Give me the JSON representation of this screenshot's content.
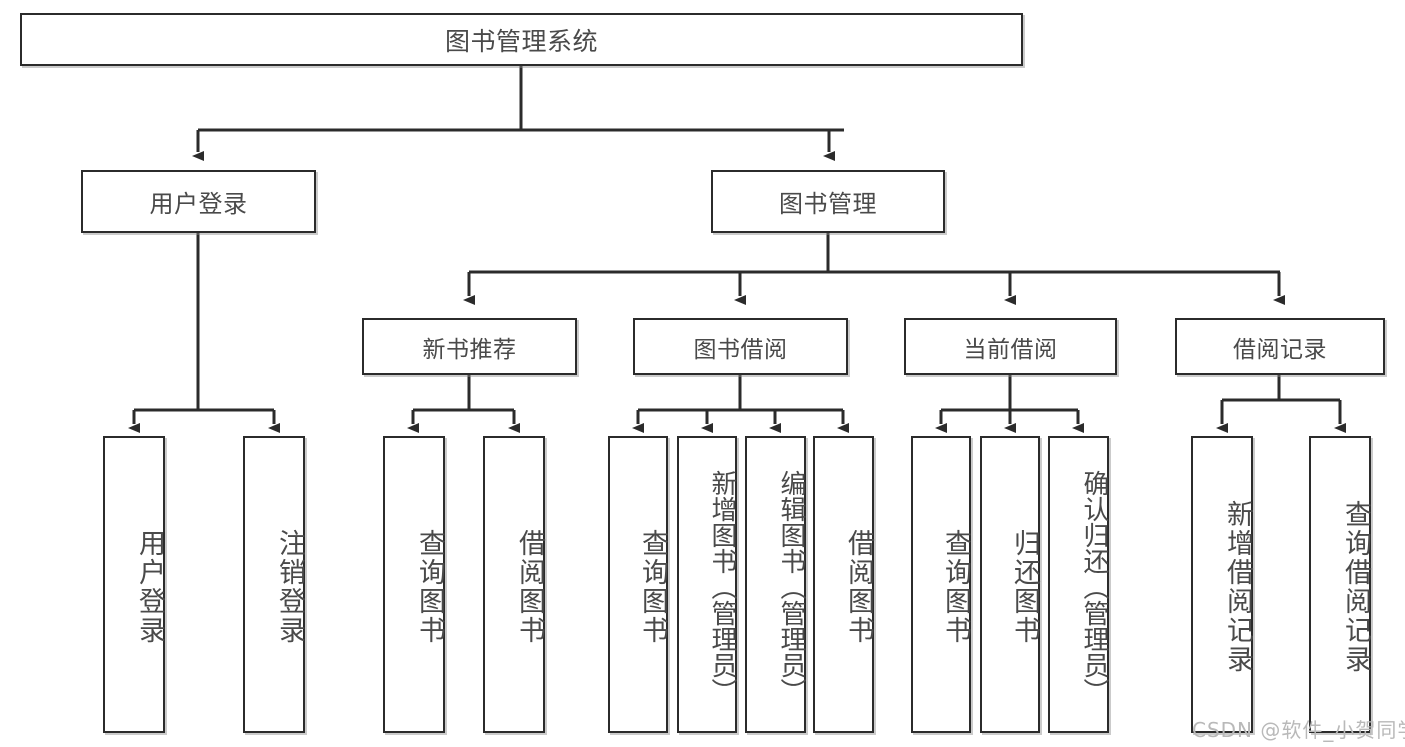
{
  "diagram": {
    "type": "tree-hierarchy-chart",
    "title": "图书管理系统",
    "watermark": "CSDN @软件_小贺同学",
    "colors": {
      "box_border": "#2b2b2b",
      "box_fill": "#ffffff",
      "connector": "#2b2b2b",
      "text": "#4a4a4a",
      "watermark": "#b9b9b9"
    },
    "root": {
      "label": "图书管理系统"
    },
    "level2": [
      {
        "label": "用户登录"
      },
      {
        "label": "图书管理"
      }
    ],
    "level3": [
      {
        "label": "新书推荐"
      },
      {
        "label": "图书借阅"
      },
      {
        "label": "当前借阅"
      },
      {
        "label": "借阅记录"
      }
    ],
    "leaves": {
      "user_login": [
        {
          "label": "用户登录"
        },
        {
          "label": "注销登录"
        }
      ],
      "new_book_recommend": [
        {
          "label": "查询图书"
        },
        {
          "label": "借阅图书"
        }
      ],
      "book_borrow": [
        {
          "label": "查询图书"
        },
        {
          "label": "新增图书（管理员）"
        },
        {
          "label": "编辑图书（管理员）"
        },
        {
          "label": "借阅图书"
        }
      ],
      "current_borrow": [
        {
          "label": "查询图书"
        },
        {
          "label": "归还图书"
        },
        {
          "label": "确认归还（管理员）"
        }
      ],
      "borrow_record": [
        {
          "label": "新增借阅记录"
        },
        {
          "label": "查询借阅记录"
        }
      ]
    }
  }
}
